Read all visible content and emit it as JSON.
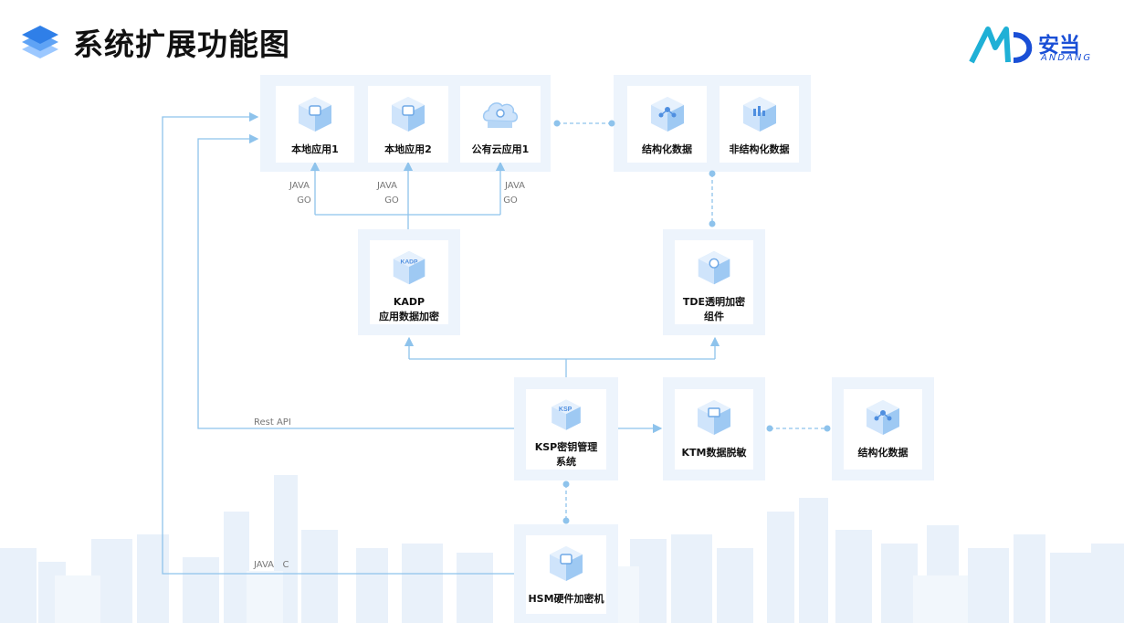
{
  "title": "系统扩展功能图",
  "logo": {
    "cn": "安当",
    "en": "ANDANG"
  },
  "nodes": {
    "local_app1": "本地应用1",
    "local_app2": "本地应用2",
    "cloud_app1": "公有云应用1",
    "structured_top": "结构化数据",
    "unstructured_top": "非结构化数据",
    "kadp_line1": "KADP",
    "kadp_line2": "应用数据加密",
    "tde_line1": "TDE透明加密",
    "tde_line2": "组件",
    "ksp_line1": "KSP密钥管理",
    "ksp_line2": "系统",
    "ktm": "KTM数据脱敏",
    "structured_bottom": "结构化数据",
    "hsm": "HSM硬件加密机"
  },
  "icon_badges": {
    "kadp": "KADP",
    "ksp": "KSP"
  },
  "edge_labels": {
    "java": "JAVA",
    "go": "GO",
    "rest_api": "Rest  API",
    "java_c": "JAVA   C"
  },
  "colors": {
    "accent": "#8ec3ec",
    "panel": "#edf4fc",
    "logo": "#1a4fd6"
  }
}
